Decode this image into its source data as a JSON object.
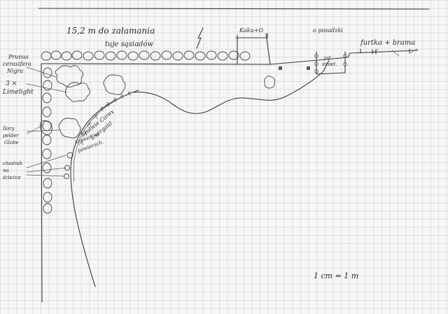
{
  "notes": {
    "top_title": "15,2 m do załamania",
    "top_subtitle": "tuje sąsiadów",
    "compost": "Kaku+O",
    "pavement": "o posadzki",
    "gate": "furtka + brama",
    "cabinet_line1": "zat.",
    "cabinet_line2": "śmiet.",
    "prunus_line1": "Prunus",
    "prunus_line2": "cerasifera",
    "prunus_line3": "Nigra",
    "limelight_line1": "3 ×",
    "limelight_line2": "Limelight",
    "blue_line1": "Ilory",
    "blue_line2": "pelder",
    "blue_line3": "Globe",
    "border_line1": "Szałwie Carex",
    "border_line2": "Evergold",
    "paving_line1": "chodnik",
    "paving_line2": "na",
    "paving_line3": "ścieżce",
    "path_line1": "kamień na",
    "path_line2": "powierzch.",
    "scale": "1 cm = 1 m"
  }
}
